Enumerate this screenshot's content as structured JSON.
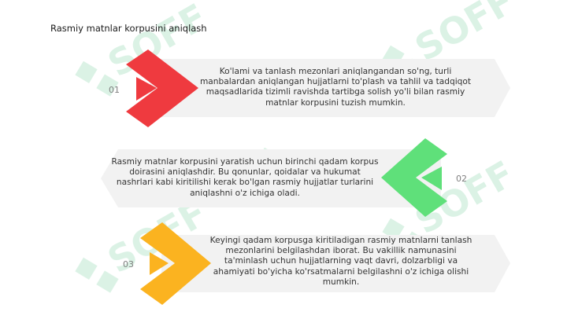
{
  "title": "Rasmiy matnlar korpusini aniqlash",
  "watermark": "SOFF",
  "colors": {
    "red": "#ef3a3f",
    "green": "#5fe07a",
    "orange": "#fbb320",
    "band": "#f2f2f2",
    "watermark": "#cfeedd"
  },
  "steps": [
    {
      "number": "01",
      "text": "Ko'lami va tanlash mezonlari aniqlangandan so'ng, turli manbalardan aniqlangan hujjatlarni to'plash va tahlil va tadqiqot maqsadlarida tizimli ravishda tartibga solish yo'li bilan rasmiy matnlar korpusini tuzish mumkin."
    },
    {
      "number": "02",
      "text": "Rasmiy matnlar korpusini yaratish uchun birinchi qadam korpus doirasini aniqlashdir. Bu qonunlar, qoidalar va hukumat nashrlari kabi kiritilishi kerak bo'lgan rasmiy hujjatlar turlarini aniqlashni o'z ichiga oladi."
    },
    {
      "number": "03",
      "text": "Keyingi qadam korpusga kiritiladigan rasmiy matnlarni tanlash mezonlarini belgilashdan iborat. Bu vakillik namunasini ta'minlash uchun hujjatlarning vaqt davri, dolzarbligi va ahamiyati bo'yicha ko'rsatmalarni belgilashni o'z ichiga olishi mumkin."
    }
  ]
}
